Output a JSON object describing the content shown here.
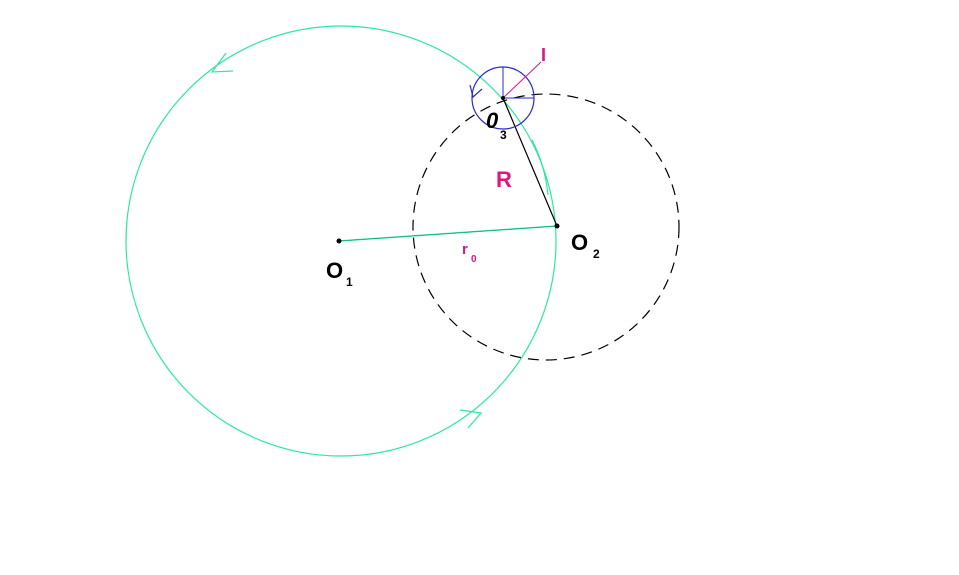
{
  "labels": {
    "o1": "O",
    "o1_sub": "1",
    "o2": "O",
    "o2_sub": "2",
    "o3": "0",
    "o3_sub": "3",
    "r0": "r",
    "r0_sub": "0",
    "R": "R",
    "I": "I"
  },
  "colors": {
    "green": "#2ee8a0",
    "magenta": "#e0157f",
    "blue": "#2a2ad0",
    "black": "#000000"
  }
}
